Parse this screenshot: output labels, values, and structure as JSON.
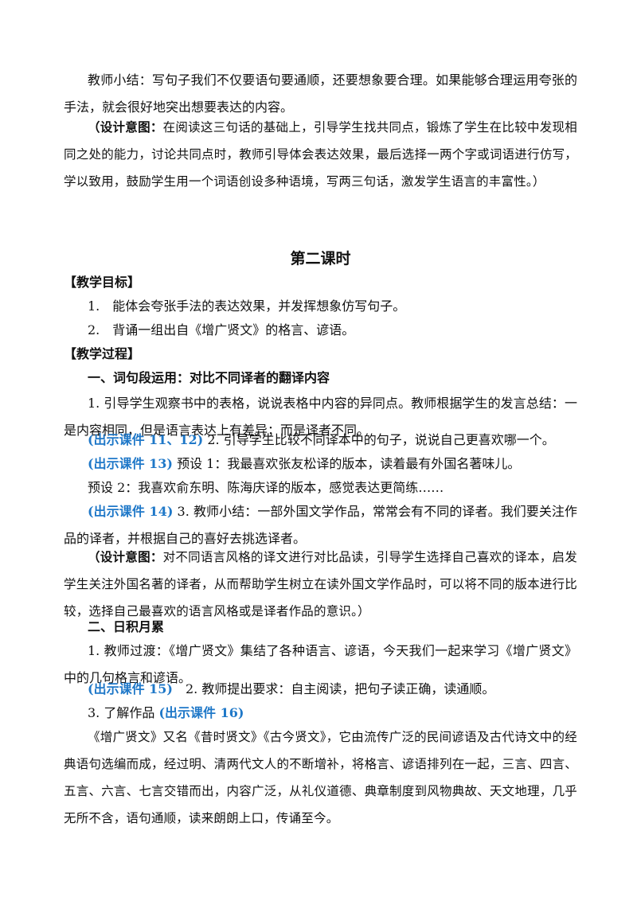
{
  "p1": {
    "text": "教师小结：写句子我们不仅要语句要通顺，还要想象要合理。如果能够合理运用夸张的手法，就会很好地突出想要表达的内容。"
  },
  "p2": {
    "label": "（设计意图：",
    "text": "在阅读这三句话的基础上，引导学生找共同点，锻炼了学生在比较中发现相同之处的能力，讨论共同点时，教师引导体会表达效果，最后选择一两个字或词语进行仿写，学以致用，鼓励学生用一个词语创设多种语境，写两三句话，激发学生语言的丰富性。）"
  },
  "lesson_title": "第二课时",
  "goals_heading": "【教学目标】",
  "goals": [
    "1.　能体会夸张手法的表达效果，并发挥想象仿写句子。",
    "2.　背诵一组出自《增广贤文》的格言、谚语。"
  ],
  "process_heading": "【教学过程】",
  "section1": {
    "heading": "一、词句段运用：对比不同译者的翻译内容",
    "step1": "1. 引导学生观察书中的表格，说说表格中内容的异同点。教师根据学生的发言总结：一是内容相同，但是语言表达上有差异；而是译者不同。",
    "step2_ref": "(出示课件 11、12)",
    "step2": " 2. 引导学生比较不同译本中的句子，说说自己更喜欢哪一个。",
    "preset1_ref": "(出示课件 13)",
    "preset1": " 预设 1：我最喜欢张友松译的版本，读着最有外国名著味儿。",
    "preset2": "预设 2：我喜欢俞东明、陈海庆译的版本，感觉表达更简练……",
    "step3_ref": "(出示课件 14)",
    "step3": " 3. 教师小结：一部外国文学作品，常常会有不同的译者。我们要关注作品的译者，并根据自己的喜好去挑选译者。",
    "design_label": "（设计意图：",
    "design_text": "对不同语言风格的译文进行对比品读，引导学生选择自己喜欢的译本，启发学生关注外国名著的译者，从而帮助学生树立在读外国文学作品时，可以将不同的版本进行比较，选择自己最喜欢的语言风格或是译者作品的意识。）"
  },
  "section2": {
    "heading": "二、日积月累",
    "step1": "1. 教师过渡：《增广贤文》集结了各种语言、谚语，今天我们一起来学习《增广贤文》中的几句格言和谚语。",
    "step2_ref": "(出示课件 15)",
    "step2": "　2. 教师提出要求：自主阅读，把句子读正确，读通顺。",
    "step3": "3. 了解作品 ",
    "step3_ref": "(出示课件 16)",
    "intro": "《增广贤文》又名《昔时贤文》《古今贤文》，它由流传广泛的民间谚语及古代诗文中的经典语句选编而成，经过明、清两代文人的不断增补，将格言、谚语排列在一起，三言、四言、五言、六言、七言交错而出，内容广泛，从礼仪道德、典章制度到风物典故、天文地理，几乎无所不含，语句通顺，读来朗朗上口，传诵至今。"
  }
}
